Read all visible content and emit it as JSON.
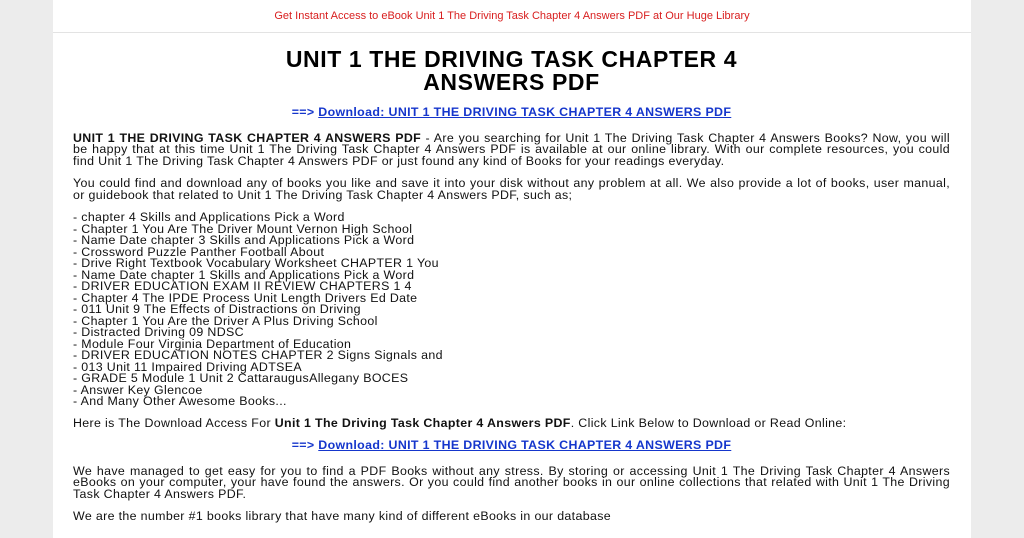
{
  "header": {
    "banner": "Get Instant Access to eBook Unit 1 The Driving Task Chapter 4 Answers PDF at Our Huge Library"
  },
  "doc": {
    "title_line1": "UNIT 1 THE DRIVING TASK CHAPTER 4",
    "title_line2": "ANSWERS PDF",
    "arrow": "==>",
    "download_link_1": "Download: UNIT 1 THE DRIVING TASK CHAPTER 4 ANSWERS PDF",
    "intro_bold": "UNIT 1 THE DRIVING TASK CHAPTER 4 ANSWERS PDF",
    "intro_text": " - Are you searching for Unit 1 The Driving Task Chapter 4 Answers Books? Now, you will be happy that at this time Unit 1 The Driving Task Chapter 4 Answers PDF is available at our online library. With our complete resources, you could find Unit 1 The Driving Task Chapter 4 Answers PDF or just found any kind of Books for your readings everyday.",
    "para2": "You could find and download any of books you like and save it into your disk without any problem at all. We also provide a lot of books, user manual, or guidebook that related to Unit 1 The Driving Task Chapter 4 Answers PDF, such as;",
    "list": [
      "- chapter 4 Skills and Applications Pick a Word",
      "- Chapter 1 You Are The Driver Mount Vernon High School",
      "- Name Date chapter 3 Skills and Applications Pick a Word",
      "- Crossword Puzzle Panther Football About",
      "- Drive Right Textbook Vocabulary Worksheet CHAPTER 1 You",
      "- Name Date chapter 1 Skills and Applications Pick a Word",
      "- DRIVER EDUCATION EXAM II REVIEW CHAPTERS 1 4",
      "- Chapter 4 The IPDE Process Unit Length Drivers Ed Date",
      "- 011 Unit 9 The Effects of Distractions on Driving",
      "- Chapter 1 You Are the Driver A Plus Driving School",
      "- Distracted Driving 09 NDSC",
      "- Module Four Virginia Department of Education",
      "- DRIVER EDUCATION NOTES CHAPTER 2 Signs Signals and",
      "- 013 Unit 11 Impaired Driving ADTSEA",
      "- GRADE 5 Module 1 Unit 2 CattaraugusAllegany BOCES",
      "- Answer Key Glencoe",
      "- And Many Other Awesome Books..."
    ],
    "access_pre": "Here is The Download Access For ",
    "access_bold": "Unit 1 The Driving Task Chapter 4 Answers PDF",
    "access_post": ". Click Link Below to Download or Read Online:",
    "download_link_2": "Download: UNIT 1 THE DRIVING TASK CHAPTER 4 ANSWERS PDF",
    "para4": "We have managed to get easy for you to find a PDF Books without any stress. By storing or accessing Unit 1 The Driving Task Chapter 4 Answers eBooks on your computer, your have found the answers. Or you could find another books in our online collections that related with Unit 1 The Driving Task Chapter 4 Answers PDF.",
    "para5": "We are the number #1 books library that have many kind of different eBooks in our database"
  },
  "colors": {
    "banner": "#d81e1e",
    "link": "#1536cc",
    "text": "#111111"
  }
}
